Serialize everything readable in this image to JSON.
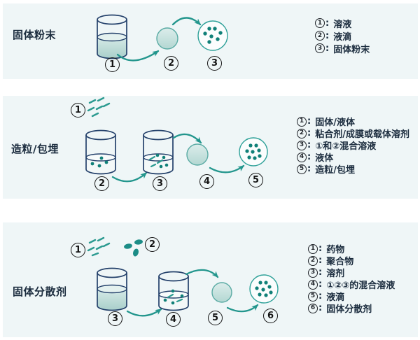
{
  "shared": {
    "colon": ":"
  },
  "colors": {
    "panel_background": "#eff6f7",
    "beaker_outline_navy": "#24416b",
    "teal_accent": "#23968d",
    "particle_teal": "#108078",
    "liquid_fill": "#b9d9d5",
    "number_black": "#141414",
    "text_dark": "#1b2c3e"
  },
  "panels": [
    {
      "label": "固体粉末",
      "steps": [
        "1",
        "2",
        "3"
      ],
      "legend": [
        {
          "num": "1",
          "text": "溶液"
        },
        {
          "num": "2",
          "text": "液滴"
        },
        {
          "num": "3",
          "text": "固体粉末"
        }
      ]
    },
    {
      "label": "造粒/包埋",
      "steps": [
        "1",
        "2",
        "3",
        "4",
        "5"
      ],
      "legend": [
        {
          "num": "1",
          "text": "固体/液体"
        },
        {
          "num": "2",
          "text": "粘合剂/成膜或载体溶剂"
        },
        {
          "num": "3",
          "text": "①和②混合溶液"
        },
        {
          "num": "4",
          "text": "液体"
        },
        {
          "num": "5",
          "text": "造粒/包埋"
        }
      ]
    },
    {
      "label": "固体分散剂",
      "steps": [
        "1",
        "2",
        "3",
        "4",
        "5",
        "6"
      ],
      "legend": [
        {
          "num": "1",
          "text": "药物"
        },
        {
          "num": "2",
          "text": "聚合物"
        },
        {
          "num": "3",
          "text": "溶剂"
        },
        {
          "num": "4",
          "text": "①②③的混合溶液"
        },
        {
          "num": "5",
          "text": "液滴"
        },
        {
          "num": "6",
          "text": "固体分散剂"
        }
      ]
    }
  ]
}
